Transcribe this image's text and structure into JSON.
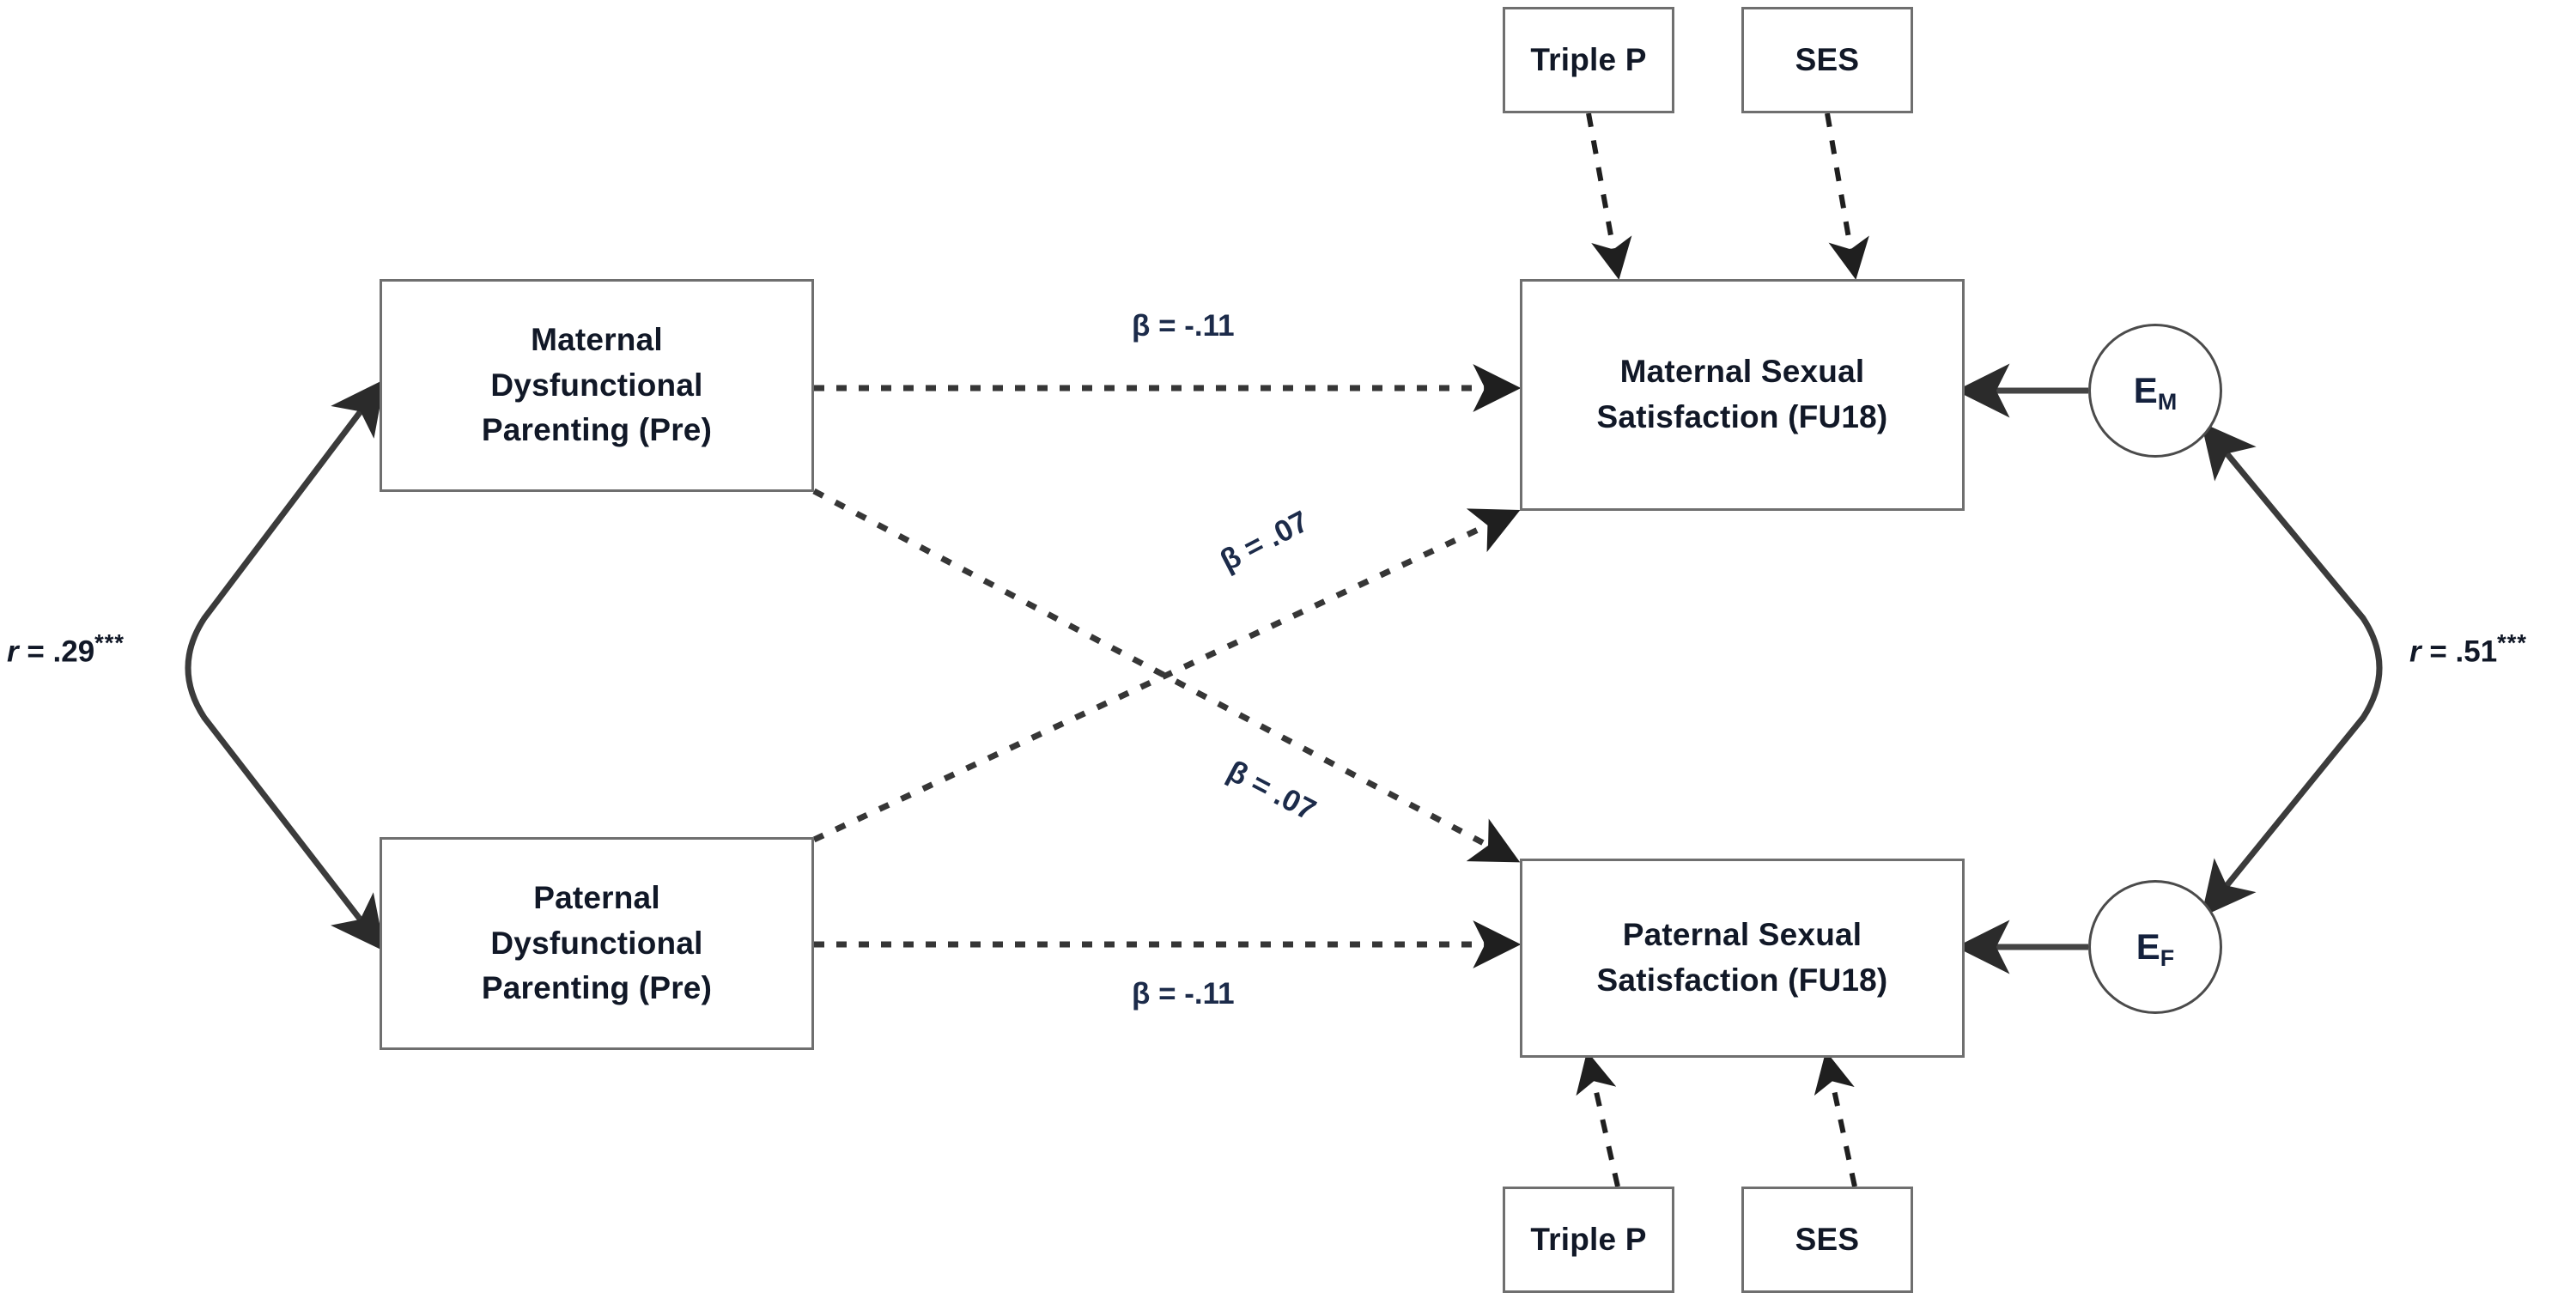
{
  "diagram": {
    "title": "Path diagram: dysfunctional parenting and sexual satisfaction",
    "type": "path-diagram",
    "colors": {
      "box_border": "#6f6f6f",
      "circle_border": "#4b4b4b",
      "line": "#3b3b3b",
      "box_text": "#111827",
      "label_text": "#1c2b4a",
      "background": "#ffffff"
    },
    "nodes": {
      "maternal_parenting": {
        "label": "Maternal\nDysfunctional\nParenting (Pre)",
        "shape": "rectangle"
      },
      "paternal_parenting": {
        "label": "Paternal\nDysfunctional\nParenting (Pre)",
        "shape": "rectangle"
      },
      "maternal_satisfaction": {
        "label": "Maternal Sexual\nSatisfaction (FU18)",
        "shape": "rectangle"
      },
      "paternal_satisfaction": {
        "label": "Paternal Sexual\nSatisfaction (FU18)",
        "shape": "rectangle"
      },
      "triple_p_top": {
        "label": "Triple P",
        "shape": "rectangle"
      },
      "ses_top": {
        "label": "SES",
        "shape": "rectangle"
      },
      "triple_p_bottom": {
        "label": "Triple P",
        "shape": "rectangle"
      },
      "ses_bottom": {
        "label": "SES",
        "shape": "rectangle"
      },
      "error_maternal": {
        "label": "E",
        "subscript": "M",
        "shape": "circle"
      },
      "error_paternal": {
        "label": "E",
        "subscript": "F",
        "shape": "circle"
      }
    },
    "paths": {
      "maternal_to_maternal": {
        "label": "β = -.11",
        "from": "maternal_parenting",
        "to": "maternal_satisfaction",
        "style": "dotted"
      },
      "paternal_to_paternal": {
        "label": "β = -.11",
        "from": "paternal_parenting",
        "to": "paternal_satisfaction",
        "style": "dotted"
      },
      "paternal_to_maternal": {
        "label": "β = .07",
        "from": "paternal_parenting",
        "to": "maternal_satisfaction",
        "style": "dotted"
      },
      "maternal_to_paternal": {
        "label": "β = .07",
        "from": "maternal_parenting",
        "to": "paternal_satisfaction",
        "style": "dotted"
      }
    },
    "correlations": {
      "left": {
        "symbol": "r",
        "equals": " = ",
        "value": ".29",
        "significance": "***",
        "between": [
          "maternal_parenting",
          "paternal_parenting"
        ]
      },
      "right": {
        "symbol": "r",
        "equals": " = ",
        "value": ".51",
        "significance": "***",
        "between": [
          "error_maternal",
          "error_paternal"
        ]
      }
    }
  }
}
